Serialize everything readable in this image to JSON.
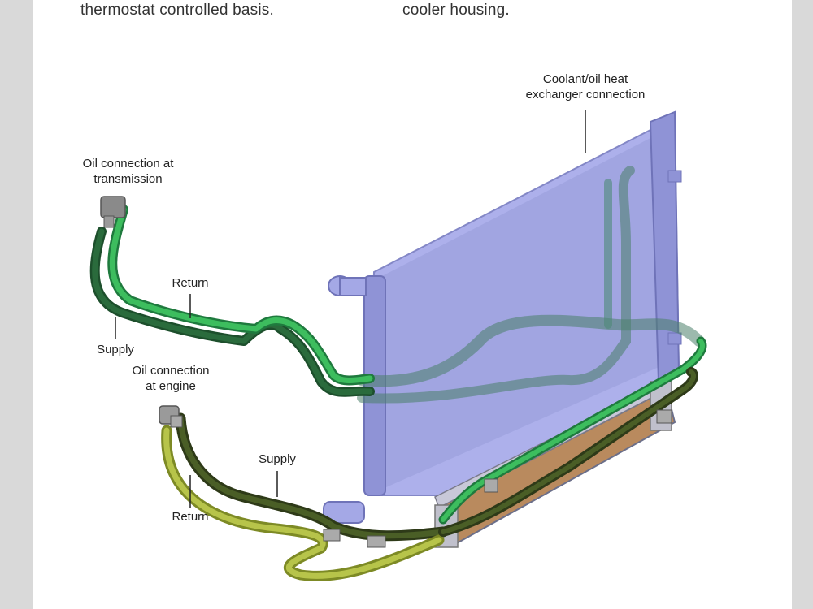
{
  "header": {
    "left_text": "thermostat controlled basis.",
    "right_text": "cooler housing."
  },
  "labels": {
    "coolant_connection": "Coolant/oil heat\nexchanger connection",
    "oil_transmission": "Oil connection at\ntransmission",
    "return_upper": "Return",
    "supply_upper": "Supply",
    "oil_engine": "Oil connection\nat engine",
    "supply_lower": "Supply",
    "return_lower": "Return"
  },
  "colors": {
    "radiator": "#9fa3df",
    "radiator_edge": "#7d81c4",
    "hose_green": "#2fa84f",
    "hose_dark_green": "#1d5a32",
    "hose_olive": "#a5b23c",
    "hose_dark_olive": "#3a4a1e",
    "cooler_core": "#b98a5e"
  }
}
